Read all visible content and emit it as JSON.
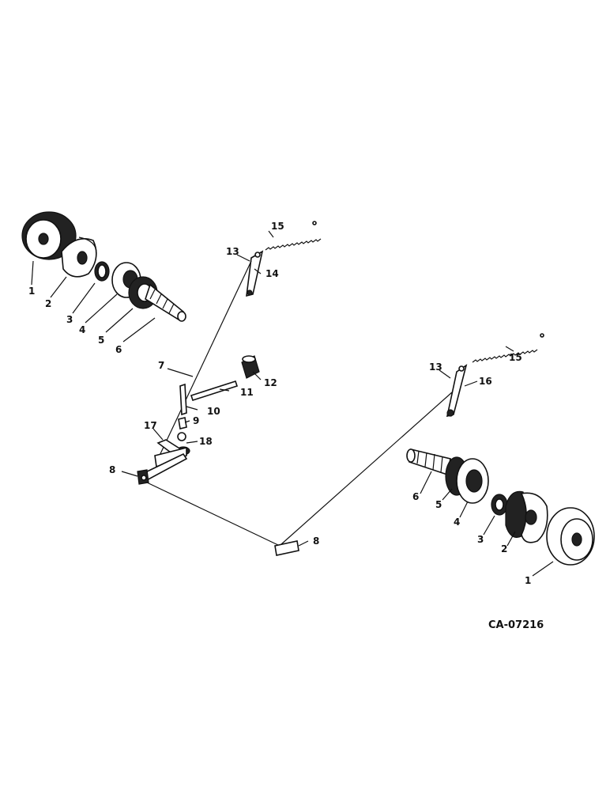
{
  "drawing_code": "CA-07216",
  "callouts": {
    "l1": "1",
    "l2": "2",
    "l3": "3",
    "l4": "4",
    "l5": "5",
    "l6": "6",
    "l7": "7",
    "l8a": "8",
    "l9": "9",
    "l10": "10",
    "l11": "11",
    "l12": "12",
    "l13a": "13",
    "l14": "14",
    "l15a": "15",
    "l17": "17",
    "l18": "18",
    "r13": "13",
    "r15": "15",
    "r16": "16",
    "r6": "6",
    "r5": "5",
    "r4": "4",
    "r3": "3",
    "r2": "2",
    "r1": "1",
    "r8": "8"
  }
}
